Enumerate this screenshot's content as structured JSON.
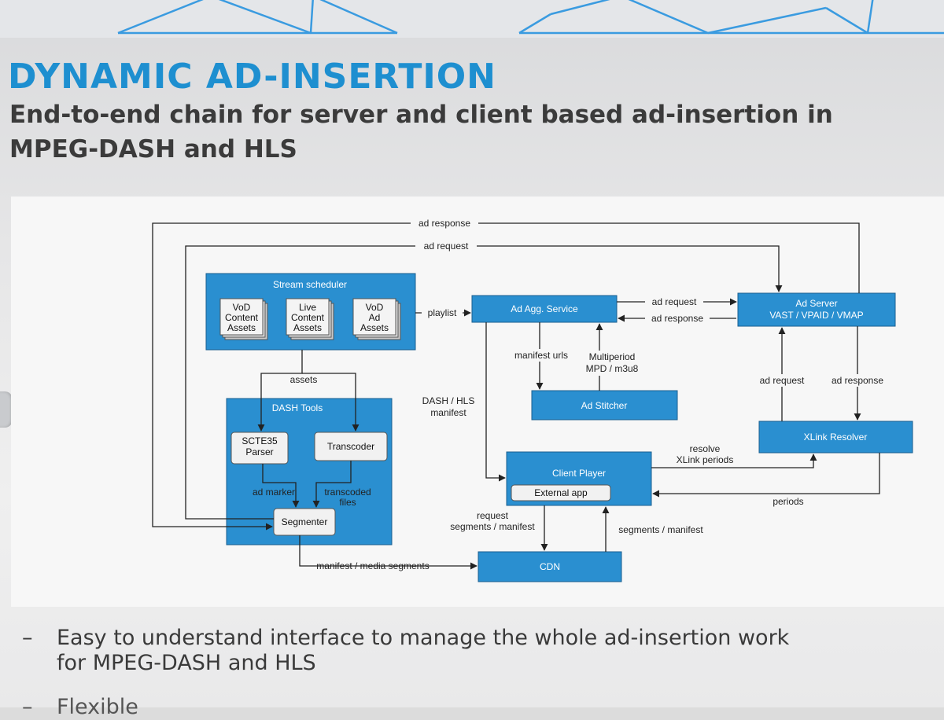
{
  "title": "DYNAMIC AD-INSERTION",
  "subtitle": "End-to-end chain for server and client based ad-insertion in MPEG-DASH and HLS",
  "diagram": {
    "nodes": {
      "stream_scheduler": "Stream scheduler",
      "vod_content_assets": [
        "VoD",
        "Content",
        "Assets"
      ],
      "live_content_assets": [
        "Live",
        "Content",
        "Assets"
      ],
      "vod_ad_assets": [
        "VoD",
        "Ad",
        "Assets"
      ],
      "dash_tools": "DASH Tools",
      "scte35_parser": [
        "SCTE35",
        "Parser"
      ],
      "transcoder": "Transcoder",
      "segmenter": "Segmenter",
      "ad_agg_service": "Ad Agg. Service",
      "ad_stitcher": "Ad Stitcher",
      "ad_server": [
        "Ad Server",
        "VAST / VPAID / VMAP"
      ],
      "xlink_resolver": "XLink Resolver",
      "client_player": "Client Player",
      "external_app": "External app",
      "cdn": "CDN"
    },
    "labels": {
      "ad_response_top": "ad response",
      "ad_request_top": "ad request",
      "playlist": "playlist",
      "ad_request_mid": "ad request",
      "ad_response_mid": "ad response",
      "manifest_urls": "manifest urls",
      "multiperiod": [
        "Multiperiod",
        "MPD / m3u8"
      ],
      "assets": "assets",
      "dash_hls_manifest": [
        "DASH / HLS",
        "manifest"
      ],
      "ad_request_right": "ad request",
      "ad_response_right": "ad response",
      "resolve_xlink": [
        "resolve",
        "XLink periods"
      ],
      "periods": "periods",
      "ad_marker": "ad marker",
      "transcoded_files": [
        "transcoded",
        "files"
      ],
      "request_segments": [
        "request",
        "segments / manifest"
      ],
      "segments_manifest": "segments / manifest",
      "manifest_media_segments": "manifest / media segments"
    }
  },
  "bullets": [
    [
      "Easy to understand interface to manage the whole ad-insertion work",
      "for MPEG-DASH and HLS"
    ],
    [
      "Flexible"
    ]
  ],
  "colors": {
    "accent": "#1e8fd0",
    "node": "#2a8fd0",
    "node_stroke": "#1b5f8f",
    "inner": "#f1f1f1"
  }
}
